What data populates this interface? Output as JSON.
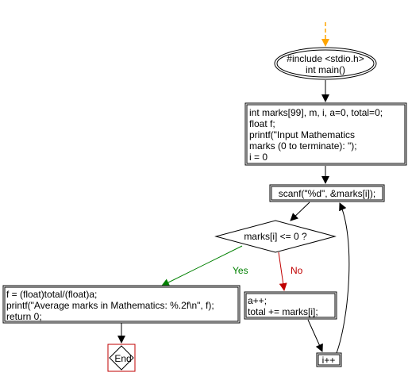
{
  "flowchart": {
    "start": {
      "lines": [
        "#include <stdio.h>",
        "int main()"
      ]
    },
    "declarations": {
      "lines": [
        "int marks[99], m, i, a=0, total=0;",
        "float f;",
        "printf(\"Input Mathematics",
        "marks (0 to terminate): \");",
        "i = 0"
      ]
    },
    "scan": {
      "text": "scanf(\"%d\", &marks[i]);"
    },
    "decision": {
      "text": "marks[i] <= 0 ?"
    },
    "yes_label": "Yes",
    "no_label": "No",
    "result": {
      "lines": [
        "f = (float)total/(float)a;",
        "printf(\"Average marks in Mathematics: %.2f\\n\", f);",
        "return 0;"
      ]
    },
    "accumulate": {
      "lines": [
        "a++;",
        "total += marks[i];"
      ]
    },
    "increment": {
      "text": "i++"
    },
    "end": {
      "text": "End"
    }
  },
  "colors": {
    "entry_arrow": "#FFA500",
    "yes_branch": "#008000",
    "no_branch": "#C00000",
    "end_border": "#C00000",
    "line": "#000000"
  }
}
